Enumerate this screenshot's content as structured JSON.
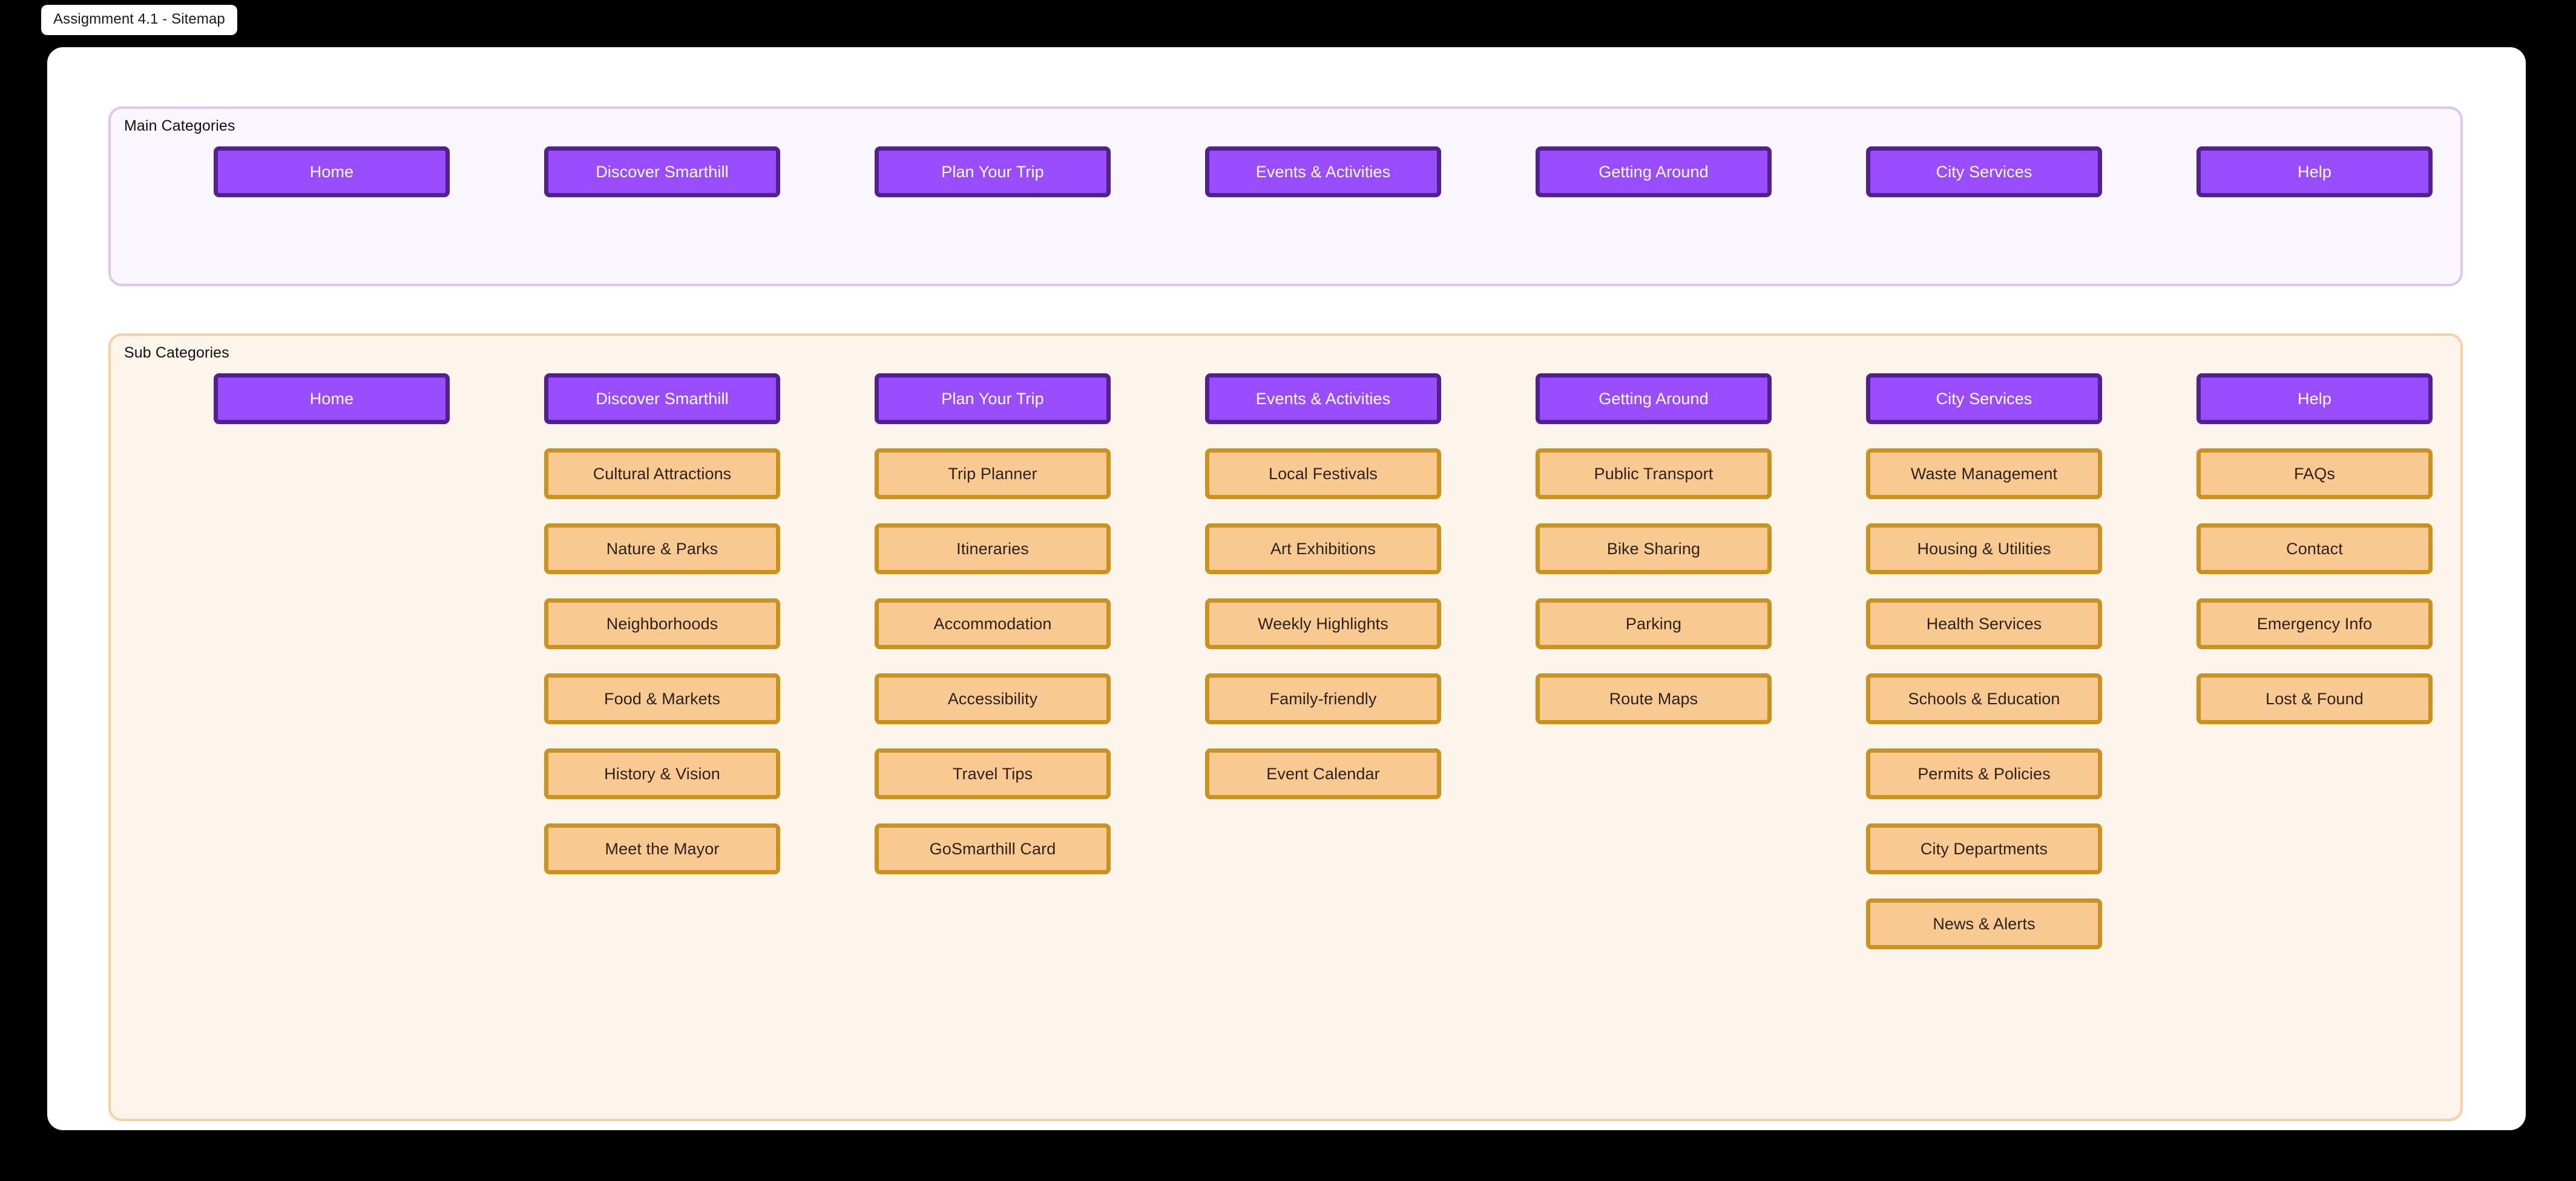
{
  "window": {
    "title": "Assigmment 4.1 - Sitemap"
  },
  "colors": {
    "page_background": "#000000",
    "canvas": "#ffffff",
    "main_panel_fill": "#faf6fe",
    "main_panel_border": "#dcc5f0",
    "sub_panel_fill": "#fdf4ec",
    "sub_panel_border": "#f8d0a1",
    "main_node_fill": "#9a4dff",
    "main_node_border": "#52208f",
    "main_node_text": "#ffffff",
    "sub_node_fill": "#f8ca91",
    "sub_node_border": "#ca9320",
    "sub_node_text": "#2c2217"
  },
  "sections": {
    "main": {
      "label": "Main Categories",
      "nodes": [
        "Home",
        "Discover Smarthill",
        "Plan Your Trip",
        "Events & Activities",
        "Getting Around",
        "City Services",
        "Help"
      ]
    },
    "sub": {
      "label": "Sub Categories",
      "columns": [
        {
          "parent": "Home",
          "children": []
        },
        {
          "parent": "Discover Smarthill",
          "children": [
            "Cultural Attractions",
            "Nature & Parks",
            "Neighborhoods",
            "Food & Markets",
            "History & Vision",
            "Meet the Mayor"
          ]
        },
        {
          "parent": "Plan Your Trip",
          "children": [
            "Trip Planner",
            "Itineraries",
            "Accommodation",
            "Accessibility",
            "Travel Tips",
            "GoSmarthill Card"
          ]
        },
        {
          "parent": "Events & Activities",
          "children": [
            "Local Festivals",
            "Art Exhibitions",
            "Weekly Highlights",
            "Family-friendly",
            "Event Calendar"
          ]
        },
        {
          "parent": "Getting Around",
          "children": [
            "Public Transport",
            "Bike Sharing",
            "Parking",
            "Route Maps"
          ]
        },
        {
          "parent": "City Services",
          "children": [
            "Waste Management",
            "Housing & Utilities",
            "Health Services",
            "Schools & Education",
            "Permits & Policies",
            "City Departments",
            "News & Alerts"
          ]
        },
        {
          "parent": "Help",
          "children": [
            "FAQs",
            "Contact",
            "Emergency Info",
            "Lost & Found"
          ]
        }
      ]
    }
  }
}
